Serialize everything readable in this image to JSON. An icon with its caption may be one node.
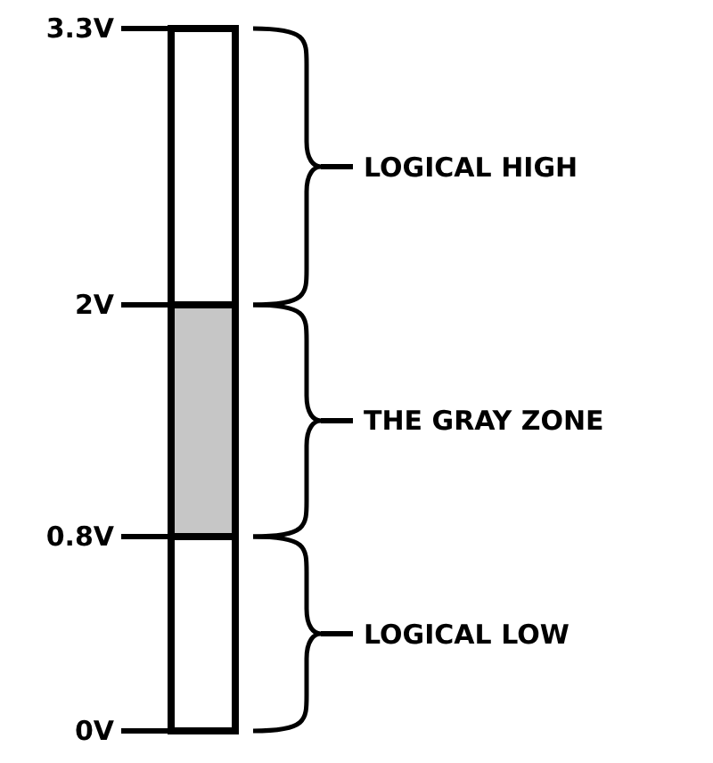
{
  "diagram": {
    "labels": [
      "3.3V",
      "2V",
      "0.8V",
      "0V",
      "LOGICAL HIGH",
      "THE GRAY ZONE",
      "LOGICAL LOW"
    ]
  }
}
